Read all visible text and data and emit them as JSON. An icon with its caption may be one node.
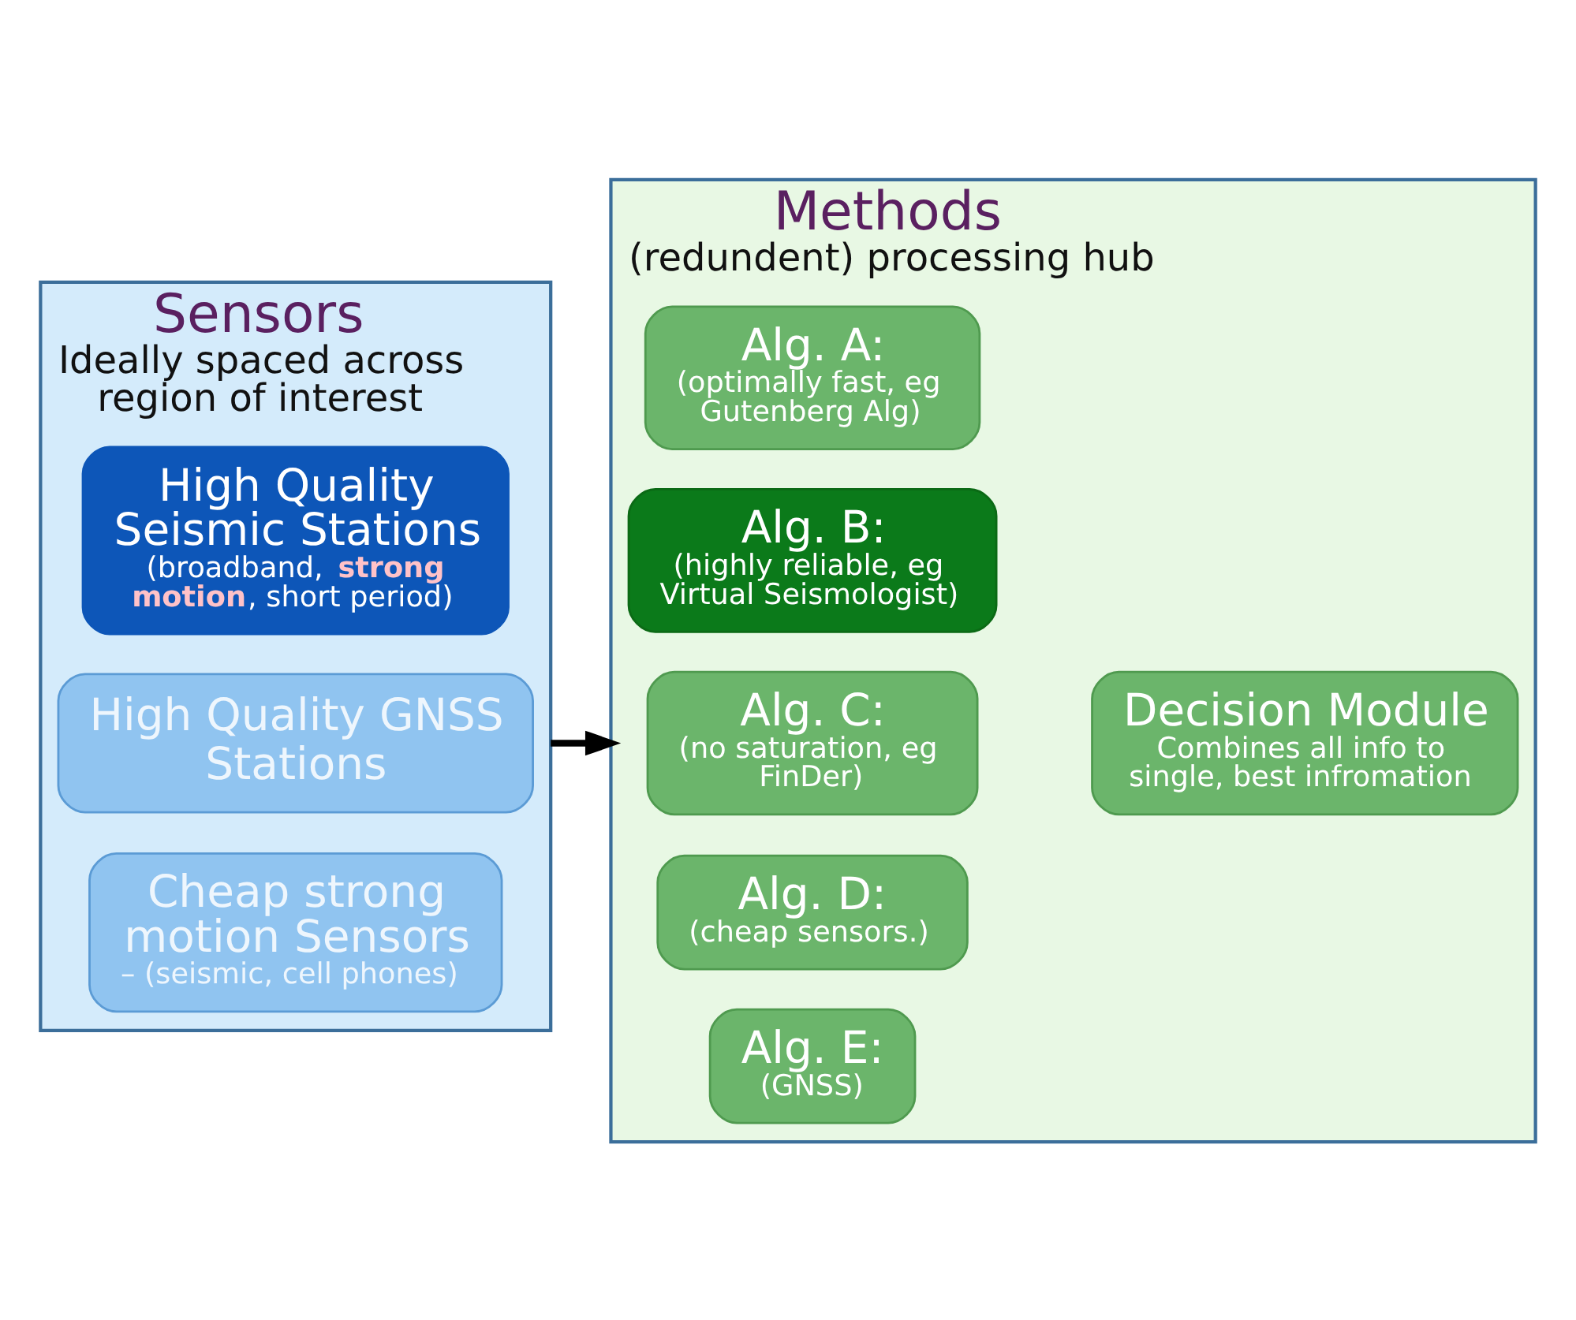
{
  "diagram": {
    "nodes": [
      {
        "text": [
          "Sensors",
          "Ideally spaced across region of interest"
        ]
      },
      {
        "text": [
          "High Quality Seismic Stations",
          "(broadband, **strong motion**, short period)"
        ],
        "in": 0
      },
      {
        "text": [
          "High Quality GNSS Stations"
        ],
        "in": 0
      },
      {
        "text": [
          "Cheap strong motion Sensors",
          "– (seismic, cell phones)"
        ],
        "in": 0
      },
      {
        "text": [
          "Methods",
          "(redundent) processing hub"
        ]
      },
      {
        "text": [
          "Alg. A:",
          "(optimally fast, eg Gutenberg Alg)"
        ],
        "in": 4
      },
      {
        "text": [
          "Alg. B:",
          "(highly reliable, eg Virtual Seismologist)"
        ],
        "in": 4
      },
      {
        "text": [
          "Alg. C:",
          "(no saturation, eg FinDer)"
        ],
        "in": 4
      },
      {
        "text": [
          "Alg. D:",
          "(cheap sensors.)"
        ],
        "in": 4
      },
      {
        "text": [
          "Alg. E:",
          "(GNSS)"
        ],
        "in": 4
      },
      {
        "text": [
          "Decision Module",
          "Combines all info to single, best infromation"
        ],
        "in": 4
      }
    ],
    "edges": [
      {
        "from": 0,
        "to": 4,
        "arrow": "to"
      }
    ]
  }
}
